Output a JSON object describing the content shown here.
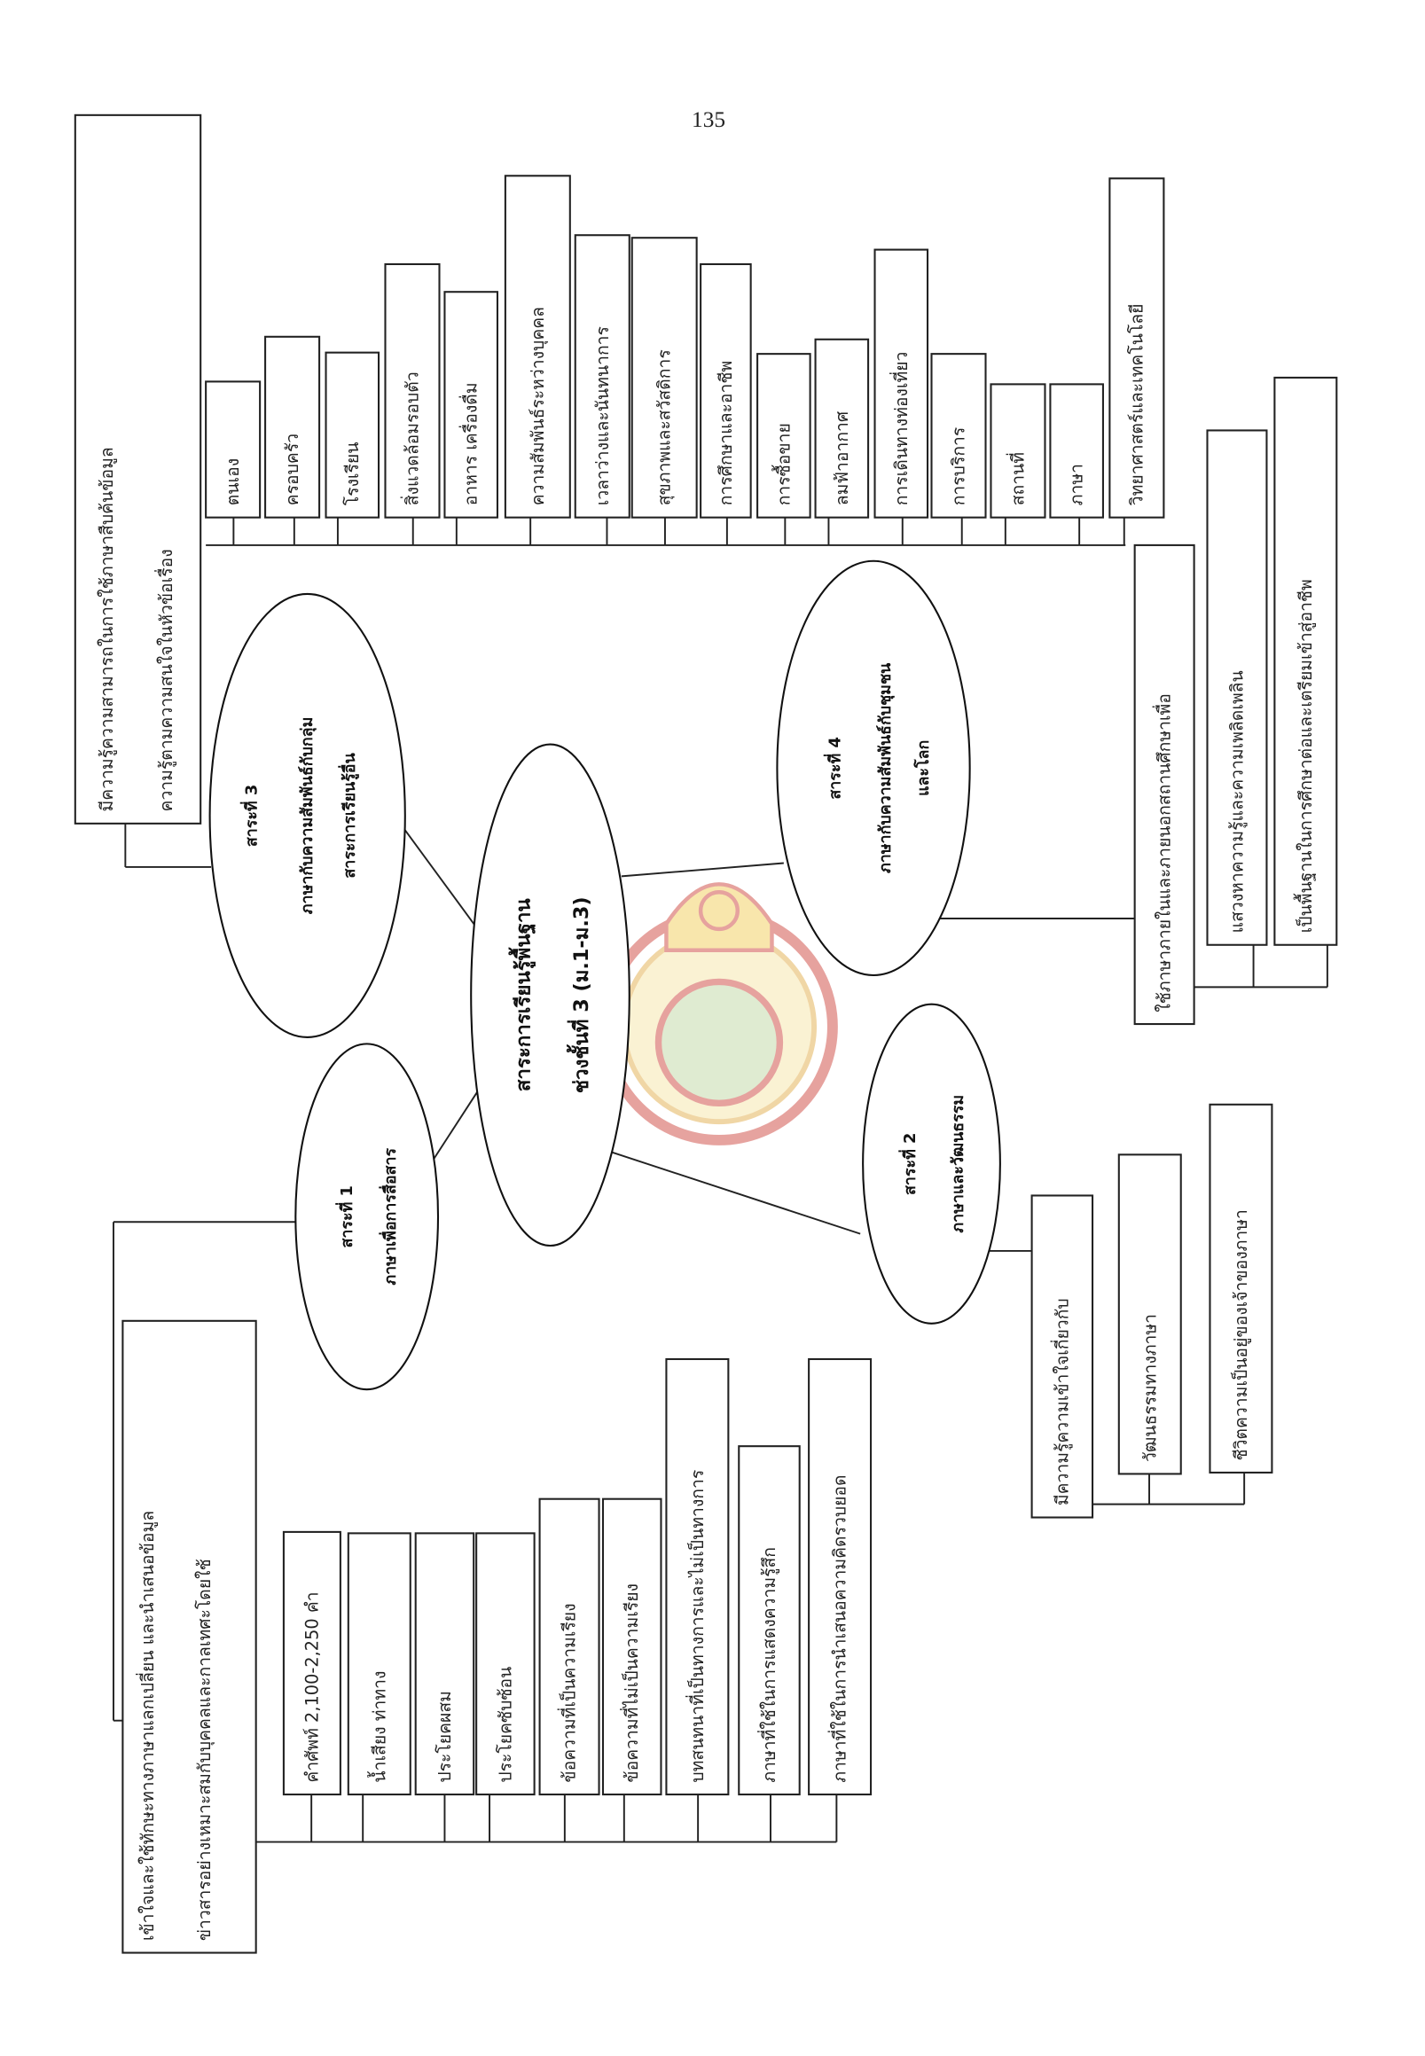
{
  "page_number": "135",
  "center": {
    "lines": [
      "สาระการเรียนรู้พื้นฐาน",
      "ช่วงชั้นที่ 3 (ม.1-ม.3)"
    ]
  },
  "strand1": {
    "lines": [
      "สาระที่ 1",
      "ภาษาเพื่อการสื่อสาร"
    ],
    "standard": {
      "lines": [
        "เข้าใจและใช้ทักษะทางภาษาแลกเปลี่ยน  และนำเสนอข้อมูล",
        "ข่าวสารอย่างเหมาะสมกับบุคคลและกาลเทศะโดยใช้"
      ]
    },
    "topics": [
      "คำศัพท์ 2,100-2,250 คำ",
      "น้ำเสียง ท่าทาง",
      "ประโยคผสม",
      "ประโยคซับซ้อน",
      "ข้อความที่เป็นความเรียง",
      "ข้อความที่ไม่เป็นความเรียง",
      "บทสนทนาที่เป็นทางการและไม่เป็นทางการ",
      "ภาษาที่ใช้ในการแสดงความรู้สึก",
      "ภาษาที่ใช้ในการนำเสนอความคิดรวบยอด"
    ]
  },
  "strand2": {
    "lines": [
      "สาระที่ 2",
      "ภาษาและวัฒนธรรม"
    ],
    "topics": [
      "มีความรู้ความเข้าใจเกี่ยวกับ",
      "วัฒนธรรมทางภาษา",
      "ชีวิตความเป็นอยู่ของเจ้าของภาษา"
    ]
  },
  "strand3": {
    "lines": [
      "สาระที่ 3",
      "ภาษากับความสัมพันธ์กับกลุ่ม",
      "สาระการเรียนรู้อื่น"
    ],
    "standard": {
      "lines": [
        "มีความรู้ความสามารถในการใช้ภาษาสืบค้นข้อมูล",
        "ความรู้ตามความสนใจในหัวข้อเรื่อง"
      ]
    },
    "topics": [
      "ตนเอง",
      "ครอบครัว",
      "โรงเรียน",
      "สิ่งแวดล้อมรอบตัว",
      "อาหาร เครื่องดื่ม",
      "ความสัมพันธ์ระหว่างบุคคล",
      "เวลาว่างและนันทนาการ",
      "สุขภาพและสวัสดิการ",
      "การศึกษาและอาชีพ",
      "การซื้อขาย",
      "ลมฟ้าอากาศ",
      "การเดินทางท่องเที่ยว",
      "การบริการ",
      "สถานที่",
      "ภาษา",
      "วิทยาศาสตร์และเทคโนโลยี"
    ]
  },
  "strand4": {
    "lines": [
      "สาระที่ 4",
      "ภาษากับความสัมพันธ์กับชุมชน",
      "และโลก"
    ],
    "topics": [
      "ใช้ภาษาภายในและภายนอกสถานศึกษาเพื่อ",
      "แสวงหาความรู้และความเพลิดเพลิน",
      "เป็นพื้นฐานในการศึกษาต่อและเตรียมเข้าสู่อาชีพ"
    ]
  },
  "colors": {
    "ink": "#222222",
    "seal_red": "#c8322a",
    "seal_yellow": "#f1c84a",
    "seal_green": "#7fa35a"
  }
}
